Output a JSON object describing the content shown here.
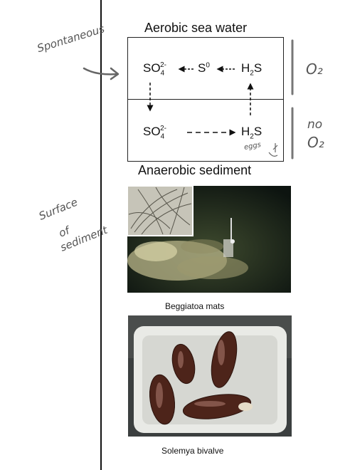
{
  "headings": {
    "top": "Aerobic sea water",
    "bottom": "Anaerobic sediment"
  },
  "cycle": {
    "top_row": {
      "sulfate": "SO",
      "sulfate_sub": "4",
      "sulfate_sup": "2-",
      "sulfur": "S",
      "sulfur_sup": "0",
      "h2s": "H",
      "h2s_sub": "2",
      "h2s_tail": "S"
    },
    "bottom_row": {
      "sulfate": "SO",
      "sulfate_sub": "4",
      "sulfate_sup": "2-",
      "h2s": "H",
      "h2s_sub": "2",
      "h2s_tail": "S"
    }
  },
  "handwriting": {
    "spontaneous": "Spontaneous",
    "o2": "O₂",
    "no_o2_line1": "no",
    "no_o2_line2": "O₂",
    "eggs": "eggs",
    "surface_line1": "Surface",
    "surface_line2": "of",
    "surface_line3": "sediment"
  },
  "captions": {
    "beggiatoa": "Beggiatoa mats",
    "solemya": "Solemya bivalve"
  },
  "colors": {
    "ink": "#111111",
    "pencil": "#6b6b6b"
  }
}
